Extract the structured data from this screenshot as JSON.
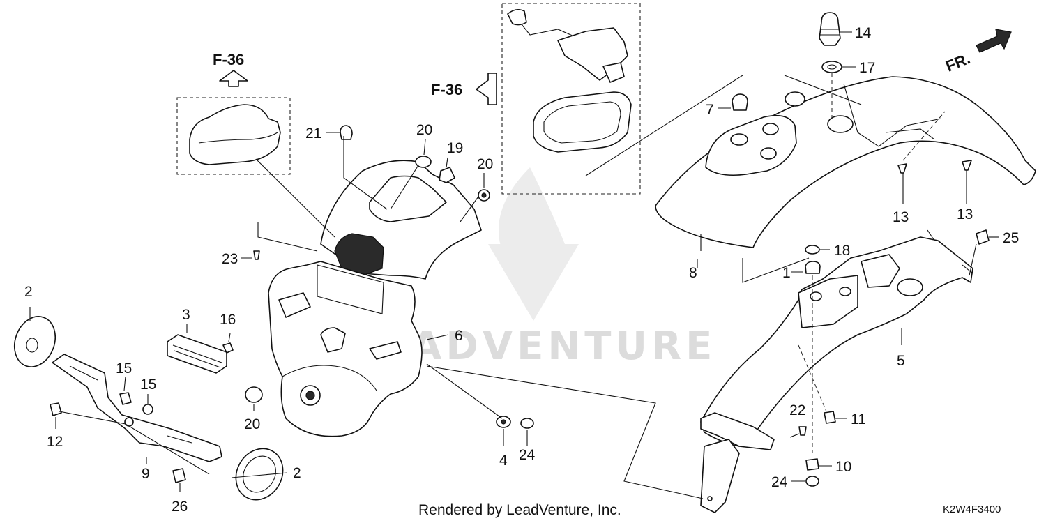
{
  "diagram": {
    "callouts": [
      {
        "id": "c1",
        "label": "1"
      },
      {
        "id": "c2a",
        "label": "2"
      },
      {
        "id": "c2b",
        "label": "2"
      },
      {
        "id": "c3",
        "label": "3"
      },
      {
        "id": "c4",
        "label": "4"
      },
      {
        "id": "c5",
        "label": "5"
      },
      {
        "id": "c6",
        "label": "6"
      },
      {
        "id": "c7",
        "label": "7"
      },
      {
        "id": "c8",
        "label": "8"
      },
      {
        "id": "c9",
        "label": "9"
      },
      {
        "id": "c10",
        "label": "10"
      },
      {
        "id": "c11",
        "label": "11"
      },
      {
        "id": "c12",
        "label": "12"
      },
      {
        "id": "c13a",
        "label": "13"
      },
      {
        "id": "c13b",
        "label": "13"
      },
      {
        "id": "c14",
        "label": "14"
      },
      {
        "id": "c15a",
        "label": "15"
      },
      {
        "id": "c15b",
        "label": "15"
      },
      {
        "id": "c16",
        "label": "16"
      },
      {
        "id": "c17",
        "label": "17"
      },
      {
        "id": "c18",
        "label": "18"
      },
      {
        "id": "c19",
        "label": "19"
      },
      {
        "id": "c20a",
        "label": "20"
      },
      {
        "id": "c20b",
        "label": "20"
      },
      {
        "id": "c20c",
        "label": "20"
      },
      {
        "id": "c21",
        "label": "21"
      },
      {
        "id": "c22",
        "label": "22"
      },
      {
        "id": "c23",
        "label": "23"
      },
      {
        "id": "c24a",
        "label": "24"
      },
      {
        "id": "c24b",
        "label": "24"
      },
      {
        "id": "c25",
        "label": "25"
      },
      {
        "id": "c26",
        "label": "26"
      }
    ],
    "references": [
      {
        "id": "ref-top",
        "label": "F-36"
      },
      {
        "id": "ref-side",
        "label": "F-36"
      }
    ],
    "direction_label": "FR.",
    "footer_credit": "Rendered by LeadVenture, Inc.",
    "diagram_code": "K2W4F3400",
    "watermark_text": "ADVENTURE"
  },
  "colors": {
    "line": "#111111",
    "watermark": "#dcdcdc",
    "background": "#ffffff"
  }
}
